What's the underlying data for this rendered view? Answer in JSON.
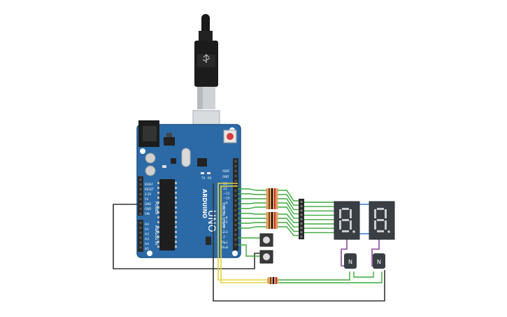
{
  "board": {
    "brand": "ARDUINO",
    "model": "UNO",
    "digital_label": "DIGITAL (PWM ~)",
    "power_label": "POWER",
    "analog_label": "ANALOG IN",
    "aref": "AREF",
    "gnd": "GND",
    "tx": "TX",
    "rx": "RX",
    "tx_pin": "TX▸1",
    "rx_pin": "RX◂0",
    "power_pins": [
      "IOREF",
      "RESET",
      "3.3V",
      "5V",
      "GND",
      "GND",
      "VIN"
    ],
    "analog_pins": [
      "A0",
      "A1",
      "A2",
      "A3",
      "A4",
      "A5"
    ],
    "digital_pins": [
      "13",
      "12",
      "~11",
      "~10",
      "~9",
      "8",
      "7",
      "~6",
      "~5",
      "4",
      "~3",
      "2"
    ]
  },
  "transistors": [
    {
      "label": "N"
    },
    {
      "label": "N"
    }
  ],
  "colors": {
    "board": "#2b6aa6",
    "board_edge": "#1f5487",
    "header": "#2a2a2a",
    "wire_green": "#3aaa3a",
    "wire_yellow": "#e8d23a",
    "wire_dark": "#333333",
    "wire_purple": "#8a4a9e",
    "wire_blue": "#3a7fd6",
    "display_body": "#3a3f45",
    "segment": "#c9cdd2",
    "resistor_body": "#d9a46a"
  }
}
